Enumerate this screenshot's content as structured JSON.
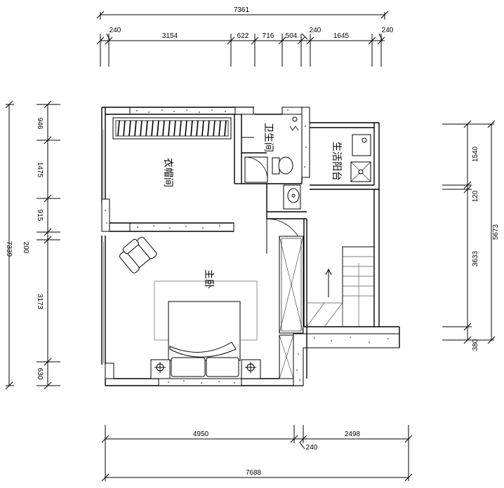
{
  "dimensions": {
    "top_total": "7361",
    "top_segments": [
      "240",
      "3154",
      "622",
      "716",
      "504",
      "240",
      "1645",
      "240"
    ],
    "left_total": "7339",
    "left_segments": [
      "946",
      "1475",
      "915",
      "200",
      "3173",
      "630"
    ],
    "right_total": "5673",
    "right_segments": [
      "1540",
      "120",
      "3633",
      "380"
    ],
    "bottom_total": "7688",
    "bottom_segments": [
      "4950",
      "240",
      "2498"
    ]
  },
  "rooms": {
    "closet": "衣帽间",
    "bathroom": "卫生间",
    "balcony": "生活阳台",
    "master_bedroom": "主卧"
  }
}
